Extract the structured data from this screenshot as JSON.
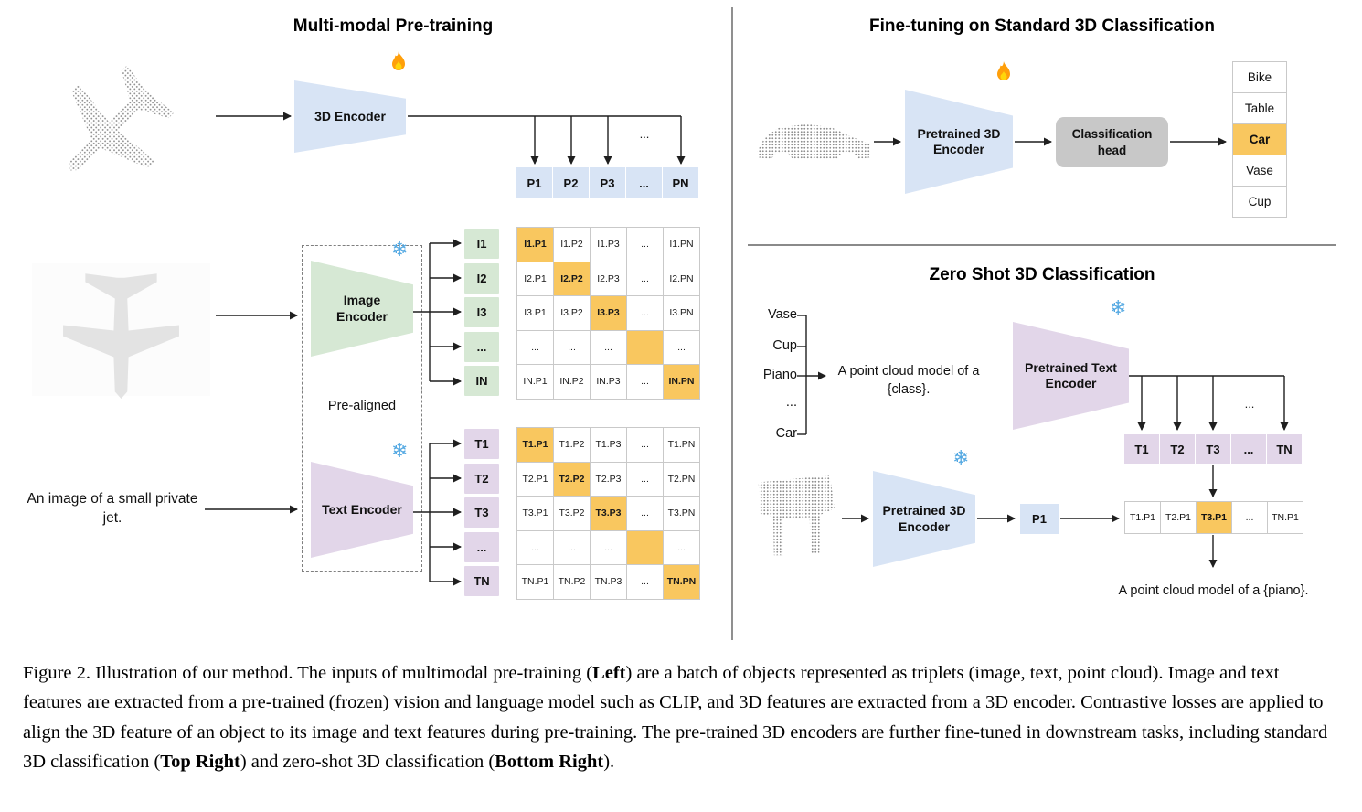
{
  "figure": {
    "panels": {
      "pretraining": {
        "title": "Multi-modal Pre-training",
        "encoder_3d_label": "3D Encoder",
        "image_encoder_label": "Image Encoder",
        "text_encoder_label": "Text Encoder",
        "pre_aligned_label": "Pre-aligned",
        "input_caption": "An image of a small private jet.",
        "p_cells": [
          "P1",
          "P2",
          "P3",
          "...",
          "PN"
        ],
        "i_labels": [
          "I1",
          "I2",
          "I3",
          "...",
          "IN"
        ],
        "t_labels": [
          "T1",
          "T2",
          "T3",
          "...",
          "TN"
        ],
        "i_matrix": [
          [
            "I1.P1",
            "I1.P2",
            "I1.P3",
            "...",
            "I1.PN"
          ],
          [
            "I2.P1",
            "I2.P2",
            "I2.P3",
            "...",
            "I2.PN"
          ],
          [
            "I3.P1",
            "I3.P2",
            "I3.P3",
            "...",
            "I3.PN"
          ],
          [
            "...",
            "...",
            "...",
            "",
            "..."
          ],
          [
            "IN.P1",
            "IN.P2",
            "IN.P3",
            "...",
            "IN.PN"
          ]
        ],
        "t_matrix": [
          [
            "T1.P1",
            "T1.P2",
            "T1.P3",
            "...",
            "T1.PN"
          ],
          [
            "T2.P1",
            "T2.P2",
            "T2.P3",
            "...",
            "T2.PN"
          ],
          [
            "T3.P1",
            "T3.P2",
            "T3.P3",
            "...",
            "T3.PN"
          ],
          [
            "...",
            "...",
            "...",
            "",
            "..."
          ],
          [
            "TN.P1",
            "TN.P2",
            "TN.P3",
            "...",
            "TN.PN"
          ]
        ]
      },
      "finetune": {
        "title": "Fine-tuning on Standard 3D Classification",
        "encoder_label": "Pretrained 3D Encoder",
        "head_label": "Classification head",
        "classes": [
          "Bike",
          "Table",
          "Car",
          "Vase",
          "Cup"
        ],
        "predicted_class": "Car"
      },
      "zeroshot": {
        "title": "Zero Shot 3D Classification",
        "classes": [
          "Vase",
          "Cup",
          "Piano",
          "...",
          "Car"
        ],
        "prompt": "A point cloud model of a {class}.",
        "text_encoder_label": "Pretrained Text Encoder",
        "encoder_3d_label": "Pretrained 3D Encoder",
        "t_cells": [
          "T1",
          "T2",
          "T3",
          "...",
          "TN"
        ],
        "p1_cell": "P1",
        "product_cells": [
          "T1.P1",
          "T2.P1",
          "T3.P1",
          "...",
          "TN.P1"
        ],
        "highlighted_product": "T3.P1",
        "result_text": "A point cloud model of a {piano}."
      }
    },
    "misc": {
      "dots": "..."
    },
    "icons": {
      "trainable": "fire-icon",
      "frozen": "snowflake-icon",
      "snowflake_glyph": "❄"
    },
    "colors": {
      "encoder_3d": "#d8e4f5",
      "image_encoder": "#d6e8d4",
      "text_encoder": "#e2d6e9",
      "highlight": "#f9c75f",
      "classification_head": "#c8c8c8"
    }
  },
  "caption": {
    "seg1": "Figure 2. Illustration of our method. The inputs of multimodal pre-training (",
    "bold1": "Left",
    "seg2": ") are a batch of objects represented as triplets (image, text, point cloud). Image and text features are extracted from a pre-trained (frozen) vision and language model such as CLIP, and 3D features are extracted from a 3D encoder. Contrastive losses are applied to align the 3D feature of an object to its image and text features during pre-training. The pre-trained 3D encoders are further fine-tuned in downstream tasks, including standard 3D classification (",
    "bold2": "Top Right",
    "seg3": ") and zero-shot 3D classification (",
    "bold3": "Bottom Right",
    "seg4": ")."
  }
}
